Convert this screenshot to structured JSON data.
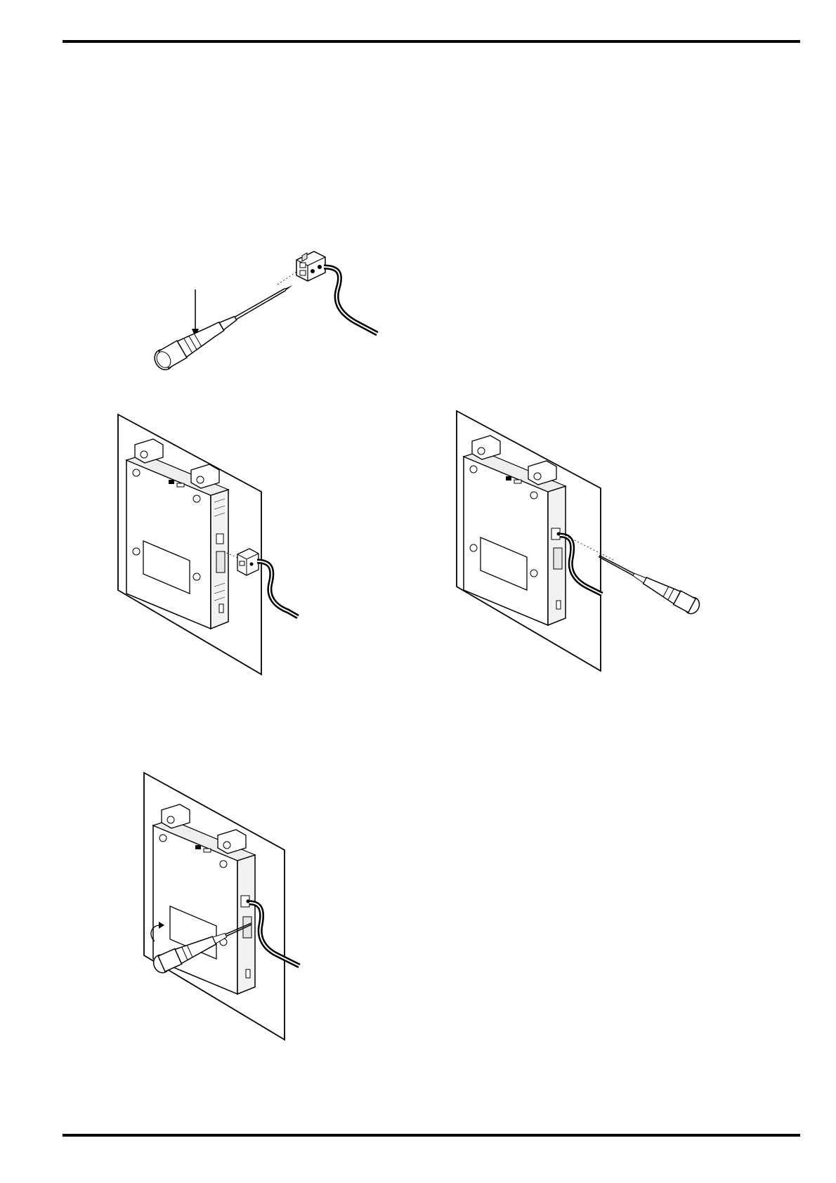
{
  "page": {
    "header_rule": "black",
    "footer_rule": "black"
  },
  "figures": [
    {
      "id": "step-1",
      "depicts": "screwdriver-pressing-connector-release"
    },
    {
      "id": "step-2",
      "depicts": "connector-inserted-into-module"
    },
    {
      "id": "step-3",
      "depicts": "screwdriver-tightening-connector"
    },
    {
      "id": "step-4",
      "depicts": "screwdriver-turning-mount-screw"
    }
  ],
  "colors": {
    "line": "#000000",
    "fill": "#ffffff",
    "shade": "#e6e6e6"
  }
}
